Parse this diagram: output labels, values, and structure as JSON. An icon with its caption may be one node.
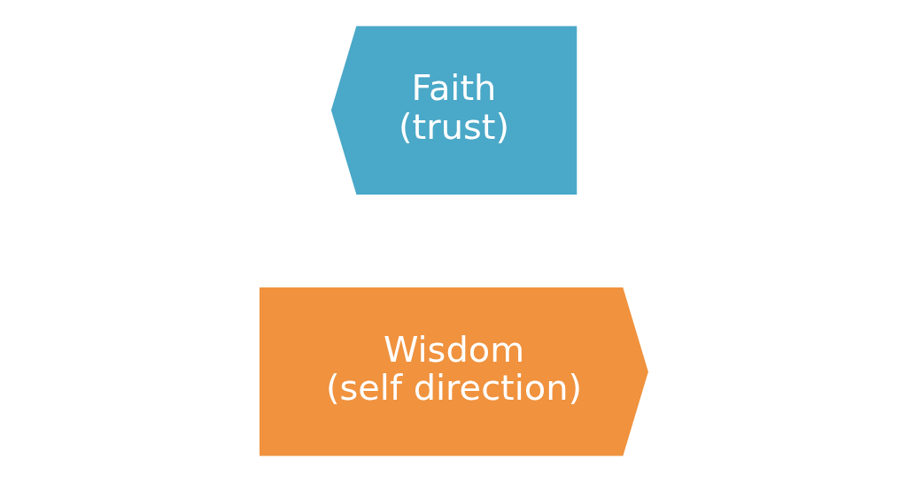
{
  "diagram": {
    "nodes": [
      {
        "text": [
          "Faith",
          "(trust)"
        ]
      },
      {
        "text": [
          "Wisdom",
          "(self direction)"
        ]
      }
    ]
  }
}
